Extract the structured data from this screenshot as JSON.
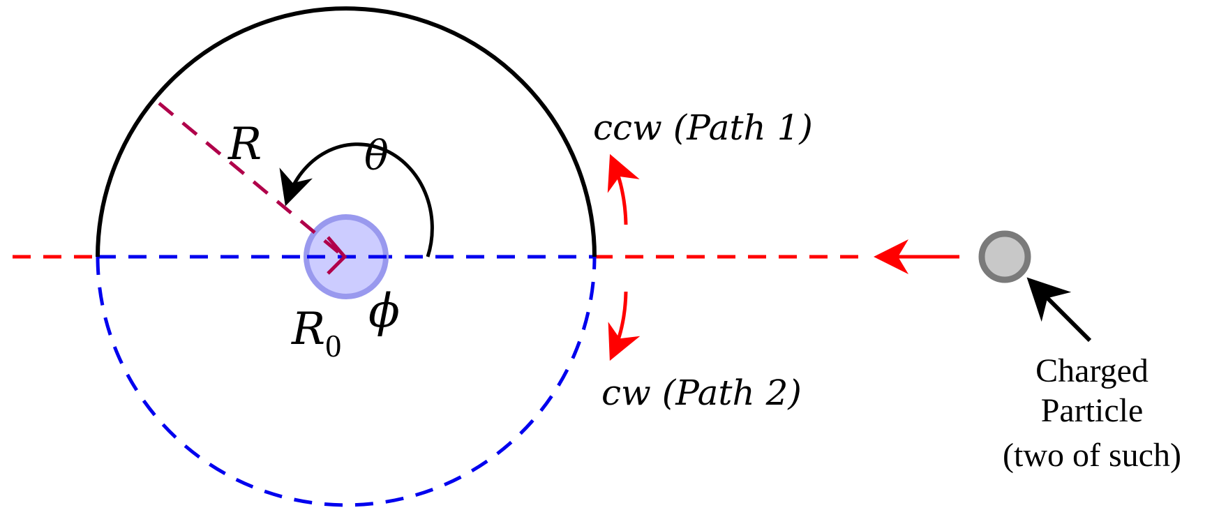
{
  "labels": {
    "radius": "R",
    "theta": "θ",
    "phi": "ϕ",
    "inner_radius_main": "R",
    "inner_radius_sub": "0",
    "path1": "ccw (Path 1)",
    "path2": "cw (Path 2)",
    "particle_line1": "Charged",
    "particle_line2": "Particle",
    "particle_line3": "(two of such)"
  },
  "colors": {
    "upper_arc": "#000000",
    "lower_arc": "#0000ee",
    "axis_line": "#ff0000",
    "radius_line": "#b0004a",
    "core_fill": "#ccccff",
    "core_stroke": "#9999ee",
    "particle_fill": "#c8c8c8",
    "particle_stroke": "#7a7a7a",
    "arrows_red": "#ff0000",
    "arrow_black": "#000000"
  },
  "icons": {
    "particle": "circle-particle-icon",
    "core": "circle-core-icon"
  }
}
